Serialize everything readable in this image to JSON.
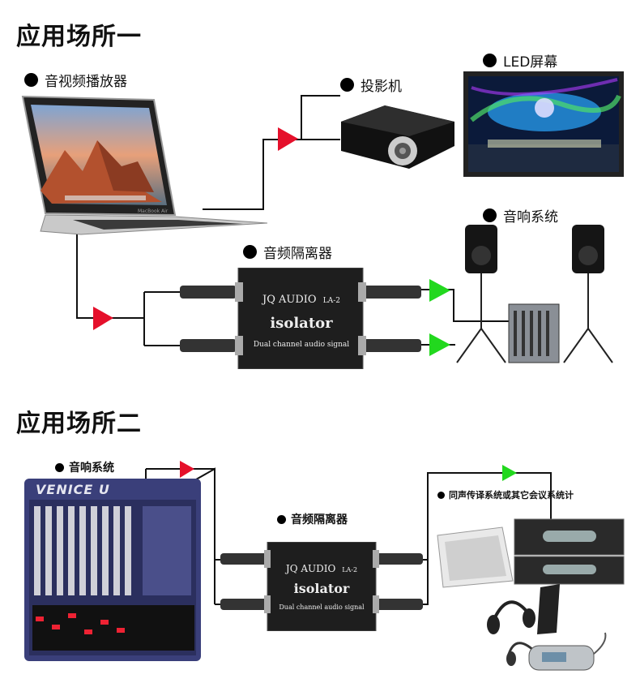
{
  "section1": {
    "title": "应用场所一",
    "labels": {
      "player": "音视频播放器",
      "projector": "投影机",
      "led": "LED屏幕",
      "speakers": "音响系统",
      "isolator": "音频隔离器"
    },
    "device": {
      "brand": "JQ AUDIO",
      "model": "LA-2",
      "name": "isolator",
      "caption": "Dual channel audio signal"
    },
    "laptop_brand": "MacBook Air"
  },
  "section2": {
    "title": "应用场所二",
    "labels": {
      "sound": "音响系统",
      "isolator": "音频隔离器",
      "conference": "同声传译系统或其它会议系统计"
    },
    "mixer_brand": "VENICE U",
    "device": {
      "brand": "JQ AUDIO",
      "model": "LA-2",
      "name": "isolator",
      "caption": "Dual channel audio signal"
    }
  },
  "colors": {
    "red_arrow": "#e5102b",
    "green_arrow": "#22d81e",
    "wire": "#111111",
    "device_body": "#1e1e1e"
  }
}
